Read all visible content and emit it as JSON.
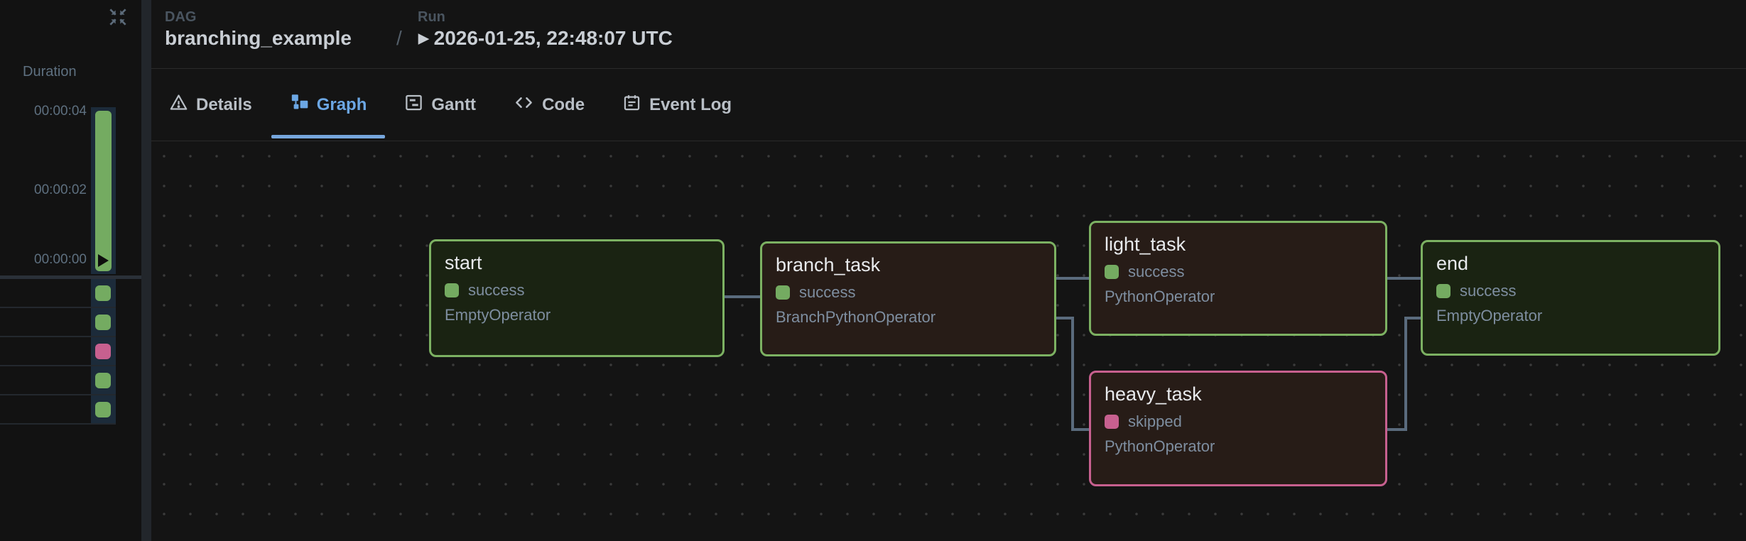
{
  "header": {
    "dag_label": "DAG",
    "dag_name": "branching_example",
    "separator": "/",
    "run_label": "Run",
    "run_caret": "▶",
    "run_value": "2026-01-25, 22:48:07 UTC"
  },
  "tabs": [
    {
      "label": "Details",
      "icon": "warning-triangle-icon",
      "active": false
    },
    {
      "label": "Graph",
      "icon": "graph-icon",
      "active": true
    },
    {
      "label": "Gantt",
      "icon": "gantt-icon",
      "active": false
    },
    {
      "label": "Code",
      "icon": "code-icon",
      "active": false
    },
    {
      "label": "Event Log",
      "icon": "event-log-icon",
      "active": false
    }
  ],
  "duration_panel": {
    "title": "Duration",
    "axis_ticks": [
      "00:00:04",
      "00:00:02",
      "00:00:00"
    ],
    "run_bar": {
      "status": "success"
    },
    "task_squares": [
      {
        "status": "success"
      },
      {
        "status": "success"
      },
      {
        "status": "skipped"
      },
      {
        "status": "success"
      },
      {
        "status": "success"
      }
    ]
  },
  "graph": {
    "nodes": [
      {
        "id": "start",
        "title": "start",
        "status": "success",
        "operator": "EmptyOperator"
      },
      {
        "id": "branch_task",
        "title": "branch_task",
        "status": "success",
        "operator": "BranchPythonOperator"
      },
      {
        "id": "light_task",
        "title": "light_task",
        "status": "success",
        "operator": "PythonOperator"
      },
      {
        "id": "heavy_task",
        "title": "heavy_task",
        "status": "skipped",
        "operator": "PythonOperator"
      },
      {
        "id": "end",
        "title": "end",
        "status": "success",
        "operator": "EmptyOperator"
      }
    ]
  },
  "colors": {
    "success": "#74ab61",
    "skipped": "#c7608f",
    "active_tab": "#6ca7e4",
    "tab_underline": "#76a6dc",
    "edge": "#5a6b7d",
    "node_border_green": "#7cb162",
    "node_border_pink": "#c7608f",
    "background": "#141414"
  }
}
